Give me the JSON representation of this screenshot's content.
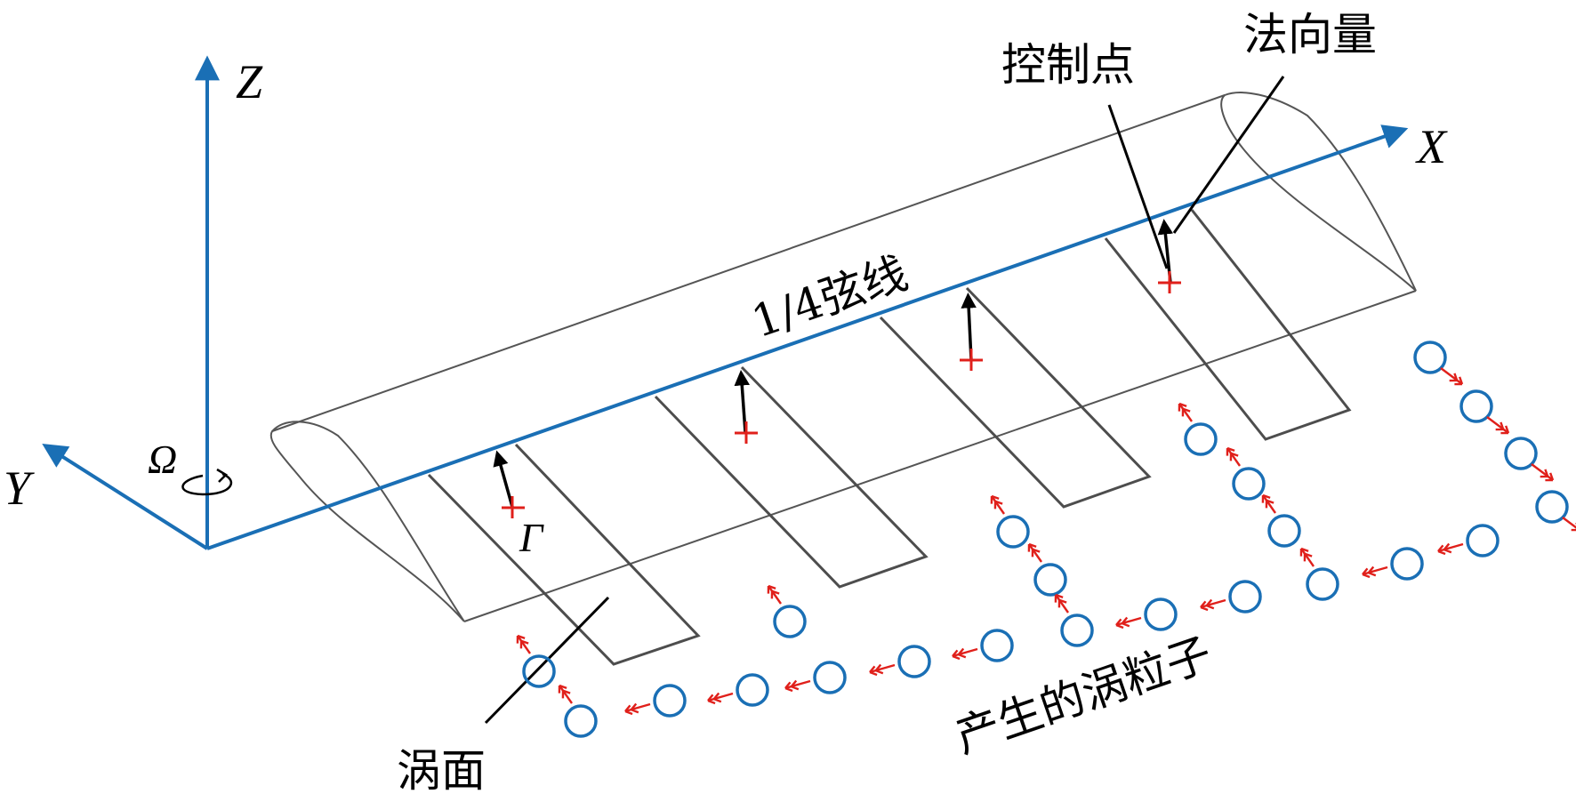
{
  "labels": {
    "z_axis": "Z",
    "x_axis": "X",
    "y_axis": "Y",
    "omega": "Ω",
    "gamma": "Γ",
    "quarter_chord": "1/4弦线",
    "control_point": "控制点",
    "normal_vector": "法向量",
    "vortex_sheet": "涡面",
    "vortex_particles": "产生的涡粒子"
  },
  "colors": {
    "axis": "#1a6fb5",
    "outline": "#555555",
    "panel": "#4d4d4d",
    "control_point": "#e0201b",
    "normal_arrow": "#000000",
    "particle": "#1a6fb5",
    "particle_arrow": "#e0201b"
  }
}
